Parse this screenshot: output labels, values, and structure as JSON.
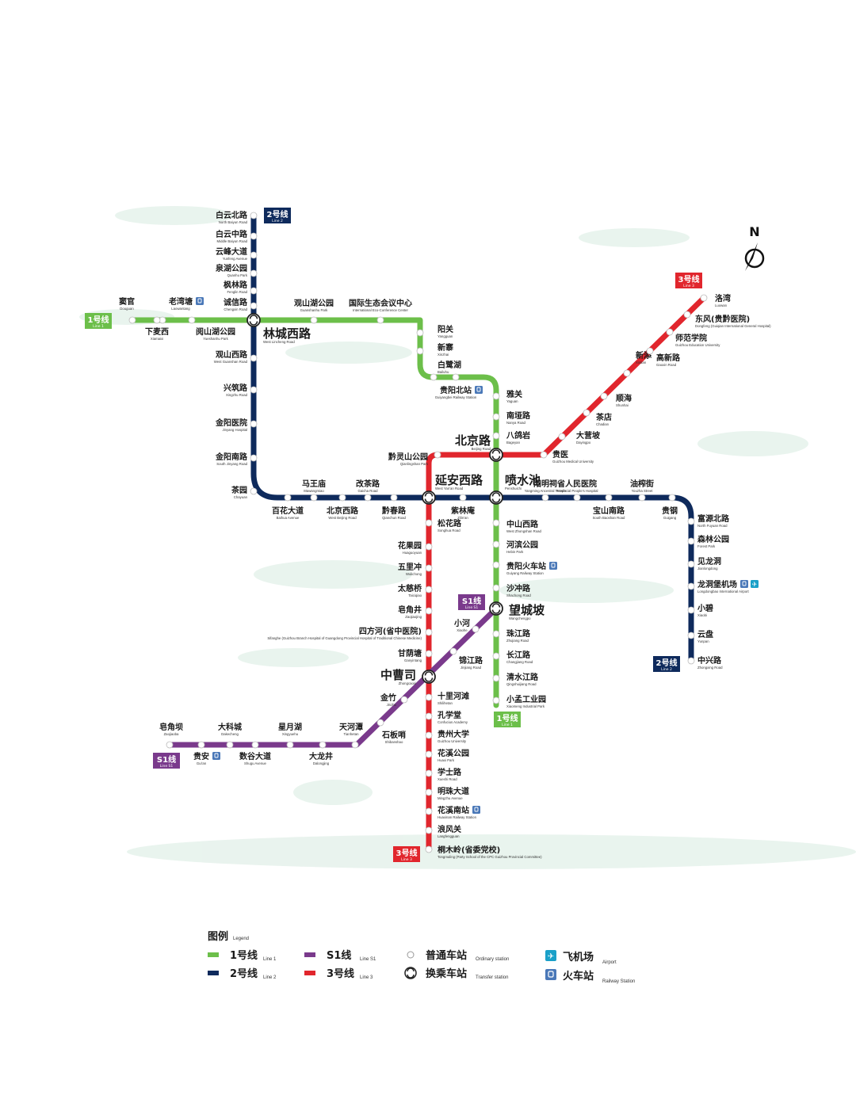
{
  "compass": "N",
  "colors": {
    "line1": "#6cbf4a",
    "line2": "#0e2a5c",
    "line3": "#e1262d",
    "lineS1": "#7a3a8c",
    "railway": "#4a78b8",
    "airport": "#1aa0c8"
  },
  "badges": {
    "line1": {
      "cn": "1号线",
      "en": "Line 1"
    },
    "line2": {
      "cn": "2号线",
      "en": "Line 2"
    },
    "line3": {
      "cn": "3号线",
      "en": "Line 3"
    },
    "lineS1": {
      "cn": "S1线",
      "en": "Line S1"
    }
  },
  "stations": {
    "baiyunbeilu": {
      "cn": "白云北路",
      "en": "North Baiyun Road"
    },
    "baiyunzhonglu": {
      "cn": "白云中路",
      "en": "Middle Baiyun Road"
    },
    "yunfeng": {
      "cn": "云峰大道",
      "en": "Yunfeng Avenue"
    },
    "quanhu": {
      "cn": "泉湖公园",
      "en": "Quanhu Park"
    },
    "fenglin": {
      "cn": "枫林路",
      "en": "Fenglin Road"
    },
    "chengxin": {
      "cn": "诚信路",
      "en": "Chengxin Road"
    },
    "dougua": {
      "cn": "窦官",
      "en": "Douguan"
    },
    "laowantang": {
      "cn": "老湾塘",
      "en": "Laowantang"
    },
    "xiamaixi": {
      "cn": "下麦西",
      "en": "Xiamaixi"
    },
    "yueshanhu": {
      "cn": "阅山湖公园",
      "en": "Yueshanhu Park"
    },
    "guanshanhu": {
      "cn": "观山湖公园",
      "en": "Guanshanhu Park"
    },
    "gjst": {
      "cn": "国际生态会议中心",
      "en": "International Eco-Conference Center"
    },
    "linchengxilu": {
      "cn": "林城西路",
      "en": "West Lincheng Road"
    },
    "guanshanxilu": {
      "cn": "观山西路",
      "en": "West Guanshan Road"
    },
    "xingzhulu": {
      "cn": "兴筑路",
      "en": "Xingzhu Road"
    },
    "jinyang": {
      "cn": "金阳医院",
      "en": "Jinyang Hospital"
    },
    "jinyangnan": {
      "cn": "金阳南路",
      "en": "South Jinyang Road"
    },
    "chayuan": {
      "cn": "茶园",
      "en": "Chayuan"
    },
    "mawangmiao": {
      "cn": "马王庙",
      "en": "Mawangmiao"
    },
    "baihua": {
      "cn": "百花大道",
      "en": "Baihua Avenue"
    },
    "bjxl": {
      "cn": "北京西路",
      "en": "West Beijing Road"
    },
    "gaicha": {
      "cn": "改茶路",
      "en": "Gaicha Road"
    },
    "qianchun": {
      "cn": "黔春路",
      "en": "Qianchun Road"
    },
    "yangguan": {
      "cn": "阳关",
      "en": "Yangguan"
    },
    "xinzhai": {
      "cn": "新寨",
      "en": "Xinzhai"
    },
    "bailuhu": {
      "cn": "白鹭湖",
      "en": "Bailuhu"
    },
    "gybz": {
      "cn": "贵阳北站",
      "en": "Guiyangbei Railway Station"
    },
    "yaguan": {
      "cn": "雅关",
      "en": "Yaguan"
    },
    "nanya": {
      "cn": "南垭路",
      "en": "Nanya Road"
    },
    "bageyan": {
      "cn": "八鸽岩",
      "en": "Bageyan"
    },
    "beijinglu": {
      "cn": "北京路",
      "en": "Beijing Road"
    },
    "qianling": {
      "cn": "黔灵山公园",
      "en": "Qianlingshan Park"
    },
    "yanan": {
      "cn": "延安西路",
      "en": "West Yan'an Road"
    },
    "penshuichi": {
      "cn": "喷水池",
      "en": "Penshuichi"
    },
    "zilin": {
      "cn": "紫林庵",
      "en": "Zilin'an"
    },
    "songhua": {
      "cn": "松花路",
      "en": "Songhua Road"
    },
    "zhongshanxi": {
      "cn": "中山西路",
      "en": "West Zhongshan Road"
    },
    "hebin": {
      "cn": "河滨公园",
      "en": "Hebin Park"
    },
    "gyhcz": {
      "cn": "贵阳火车站",
      "en": "Guiyang Railway Station"
    },
    "shachong": {
      "cn": "沙冲路",
      "en": "Shachong Road"
    },
    "wangcheng": {
      "cn": "望城坡",
      "en": "Wangchengpo"
    },
    "zhujiang": {
      "cn": "珠江路",
      "en": "Zhujiang Road"
    },
    "changjiang": {
      "cn": "长江路",
      "en": "Changjiang Road"
    },
    "qingshui": {
      "cn": "清水江路",
      "en": "Qingshuijiang Road"
    },
    "xiaomeng": {
      "cn": "小孟工业园",
      "en": "Xiaomeng Industrial Park"
    },
    "huaguoyuan": {
      "cn": "花果园",
      "en": "Huaguoyuan"
    },
    "wulichong": {
      "cn": "五里冲",
      "en": "Wulichong"
    },
    "taicih": {
      "cn": "太慈桥",
      "en": "Taiciqiao"
    },
    "zaojiao": {
      "cn": "皂角井",
      "en": "Zaojiaojing"
    },
    "sifanghe": {
      "cn": "四方河(省中医院)",
      "en": "Sifanghe (Guizhou Branch Hospital of Guangdong Provincial Hospital of Traditional Chinese Medicine)"
    },
    "ganyin": {
      "cn": "甘荫塘",
      "en": "Ganyintang"
    },
    "zhongcaosi": {
      "cn": "中曹司",
      "en": "Zhongcaosi"
    },
    "xiaohe": {
      "cn": "小河",
      "en": "Xiaohe"
    },
    "jinjiang": {
      "cn": "锦江路",
      "en": "Jinjiang Road"
    },
    "shilihetan": {
      "cn": "十里河滩",
      "en": "Shilihetan"
    },
    "kongxue": {
      "cn": "孔学堂",
      "en": "Confucius Academy"
    },
    "gzdx": {
      "cn": "贵州大学",
      "en": "Guizhou University"
    },
    "huaxigy": {
      "cn": "花溪公园",
      "en": "Huaxi Park"
    },
    "xueshi": {
      "cn": "学士路",
      "en": "Xueshi Road"
    },
    "mingzhu": {
      "cn": "明珠大道",
      "en": "Mingzhu Avenue"
    },
    "hxnz": {
      "cn": "花溪南站",
      "en": "Huaxinan Railway Station"
    },
    "langfeng": {
      "cn": "浪风关",
      "en": "Langfengguan"
    },
    "tongmuling": {
      "cn": "桐木岭(省委党校)",
      "en": "Tongmuling (Party School of the CPC Guizhou Provincial Committee)"
    },
    "jinzhu": {
      "cn": "金竹",
      "en": "Jinzhu"
    },
    "shibanshao": {
      "cn": "石板哨",
      "en": "Shibanshao"
    },
    "tianhetan": {
      "cn": "天河潭",
      "en": "Tianhetan"
    },
    "dalongjing": {
      "cn": "大龙井",
      "en": "Dalongjing"
    },
    "xingyuehu": {
      "cn": "星月湖",
      "en": "Xingyuehu"
    },
    "shugu": {
      "cn": "数谷大道",
      "en": "Shugu Avenue"
    },
    "dakecheng": {
      "cn": "大科城",
      "en": "Dakecheng"
    },
    "guian": {
      "cn": "贵安",
      "en": "Gui'an"
    },
    "zaojiaoba": {
      "cn": "皂角坝",
      "en": "Zaojiaoba"
    },
    "guiyi": {
      "cn": "贵医",
      "en": "Guizhou Medical University"
    },
    "dayingpo": {
      "cn": "大营坡",
      "en": "Dayingpo"
    },
    "chadian": {
      "cn": "茶店",
      "en": "Chadian"
    },
    "shunhai": {
      "cn": "顺海",
      "en": "Shunhai"
    },
    "xintian": {
      "cn": "新添",
      "en": "Xintian"
    },
    "gaoxin": {
      "cn": "高新路",
      "en": "Gaoxin Road"
    },
    "shifan": {
      "cn": "师范学院",
      "en": "Guizhou Education University"
    },
    "dongfeng": {
      "cn": "东风(贵黔医院)",
      "en": "Dongfeng (Guiqian International General Hospital)"
    },
    "luowan": {
      "cn": "洛湾",
      "en": "Luowan"
    },
    "yangming": {
      "cn": "阳明祠",
      "en": "Yangming Ancestral Temple"
    },
    "shengrenmin": {
      "cn": "省人民医院",
      "en": "Provincial People's Hospital"
    },
    "baoshannan": {
      "cn": "宝山南路",
      "en": "South Baoshan Road"
    },
    "youzhajie": {
      "cn": "油榨街",
      "en": "Youzha Street"
    },
    "guigang": {
      "cn": "贵钢",
      "en": "Guigang"
    },
    "fuyuanbei": {
      "cn": "富源北路",
      "en": "North Fuyuan Road"
    },
    "senlin": {
      "cn": "森林公园",
      "en": "Forest Park"
    },
    "jianlongdong": {
      "cn": "见龙洞",
      "en": "Jianlongdong"
    },
    "longdongbao": {
      "cn": "龙洞堡机场",
      "en": "Longdongbao International Airport"
    },
    "xiaobi": {
      "cn": "小碧",
      "en": "Xiaobi"
    },
    "yunpan": {
      "cn": "云盘",
      "en": "Yunpan"
    },
    "zhongxing": {
      "cn": "中兴路",
      "en": "Zhongxing Road"
    }
  },
  "legend": {
    "title_cn": "图例",
    "title_en": "Legend",
    "line1_cn": "1号线",
    "line1_en": "Line 1",
    "line2_cn": "2号线",
    "line2_en": "Line 2",
    "lineS1_cn": "S1线",
    "lineS1_en": "Line S1",
    "line3_cn": "3号线",
    "line3_en": "Line 3",
    "ordinary_cn": "普通车站",
    "ordinary_en": "Ordinary station",
    "transfer_cn": "换乘车站",
    "transfer_en": "Transfer station",
    "airport_cn": "飞机场",
    "airport_en": "Airport",
    "railway_cn": "火车站",
    "railway_en": "Railway Station"
  }
}
